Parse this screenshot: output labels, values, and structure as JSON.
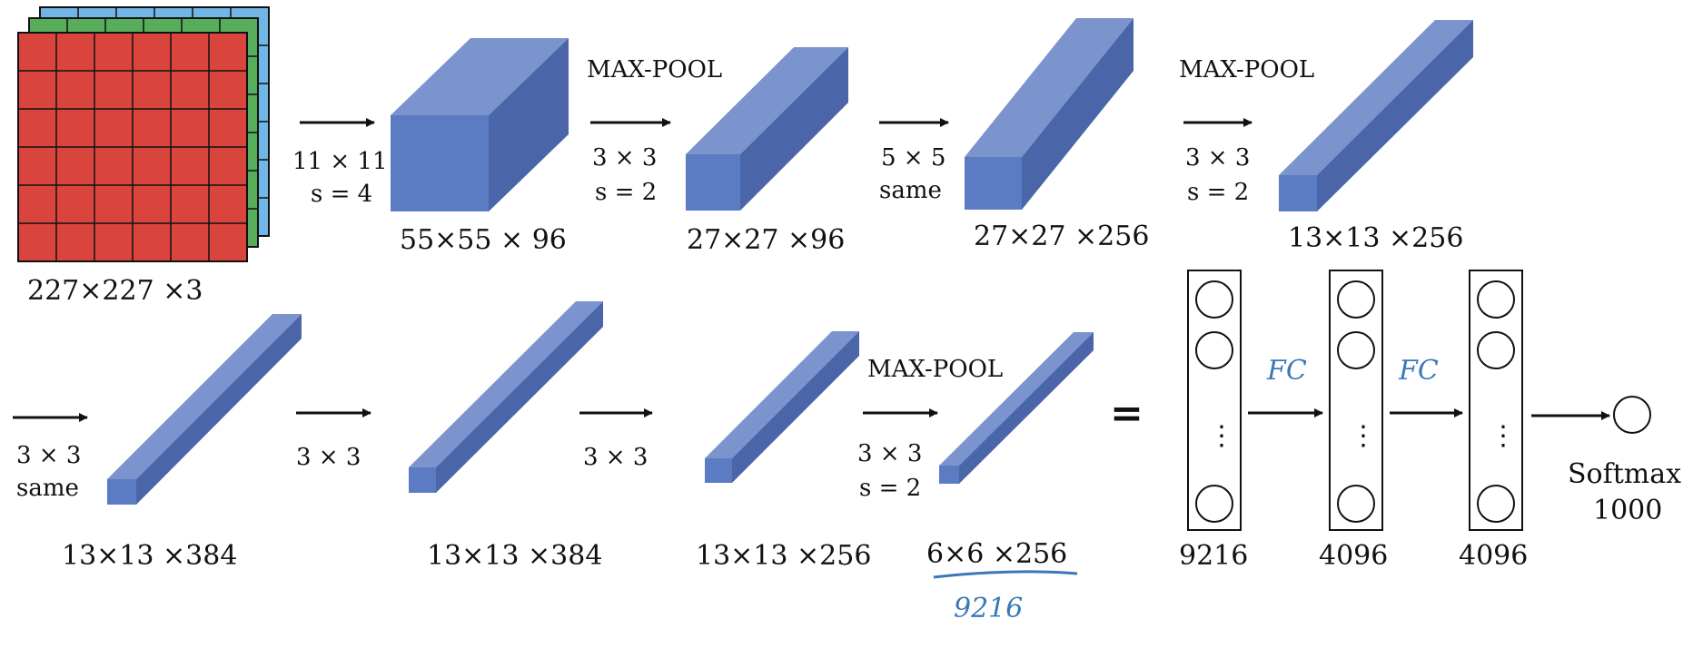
{
  "colors": {
    "red": "#d9443d",
    "green": "#58ad5a",
    "blue": "#71b6e6",
    "grid_line": "#111111",
    "box_front": "#5b7cc2",
    "box_top": "#7b94cd",
    "box_side": "#4a66a9",
    "hand_ink": "#3a78b8"
  },
  "input": {
    "dims": "227×227 ×3"
  },
  "row1": {
    "conv1_filter": "11 × 11",
    "conv1_stride": "s = 4",
    "vol1": "55×55 × 96",
    "pool1_title": "MAX-POOL",
    "pool1_filter": "3 × 3",
    "pool1_stride": "s = 2",
    "vol2": "27×27 ×96",
    "conv2_filter": "5 × 5",
    "conv2_pad": "same",
    "vol3": "27×27 ×256",
    "pool2_title": "MAX-POOL",
    "pool2_filter": "3 × 3",
    "pool2_stride": "s = 2",
    "vol4": "13×13 ×256"
  },
  "row2": {
    "conv3_filter": "3 × 3",
    "conv3_pad": "same",
    "vol5": "13×13 ×384",
    "conv4_filter": "3 × 3",
    "vol6": "13×13 ×384",
    "conv5_filter": "3 × 3",
    "vol7": "13×13 ×256",
    "pool3_title": "MAX-POOL",
    "pool3_filter": "3 × 3",
    "pool3_stride": "s = 2",
    "vol8": "6×6 ×256",
    "hand_9216": "9216",
    "equals": "=",
    "fc_hand_1": "FC",
    "fc_hand_2": "FC",
    "fc0_size": "9216",
    "fc1_size": "4096",
    "fc2_size": "4096",
    "vdots": "⋮",
    "softmax_label": "Softmax",
    "softmax_size": "1000"
  }
}
